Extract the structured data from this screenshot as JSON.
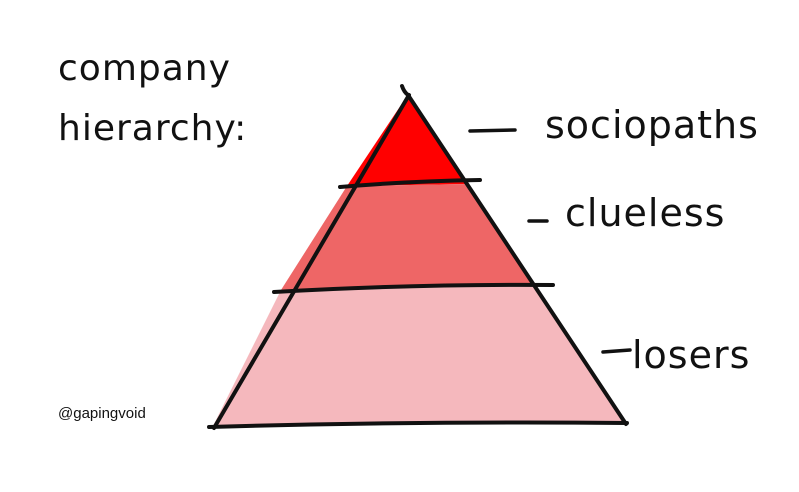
{
  "title": {
    "line1": "company",
    "line2": "hierarchy:"
  },
  "tiers": [
    {
      "label": "sociopaths",
      "color": "#ff0000"
    },
    {
      "label": "clueless",
      "color": "#ee6666"
    },
    {
      "label": "losers",
      "color": "#f5b8bd"
    }
  ],
  "credit": "@gapingvoid",
  "ink_color": "#111111"
}
